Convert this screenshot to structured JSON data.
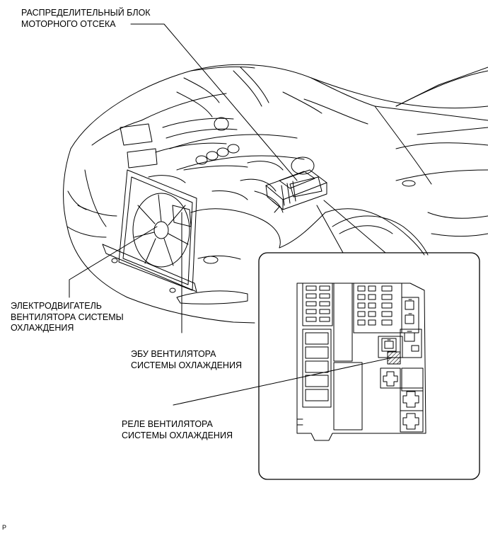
{
  "labels": {
    "engine_fuse_block": [
      "РАСПРЕДЕЛИТЕЛЬНЫЙ БЛОК",
      "МОТОРНОГО ОТСЕКА"
    ],
    "fan_motor": [
      "ЭЛЕКТРОДВИГАТЕЛЬ",
      "ВЕНТИЛЯТОРА СИСТЕМЫ",
      "ОХЛАЖДЕНИЯ"
    ],
    "fan_ecu": [
      "ЭБУ ВЕНТИЛЯТОРА",
      "СИСТЕМЫ ОХЛАЖДЕНИЯ"
    ],
    "fan_relay": [
      "РЕЛЕ ВЕНТИЛЯТОРА",
      "СИСТЕМЫ ОХЛАЖДЕНИЯ"
    ]
  },
  "footer_code": "P"
}
